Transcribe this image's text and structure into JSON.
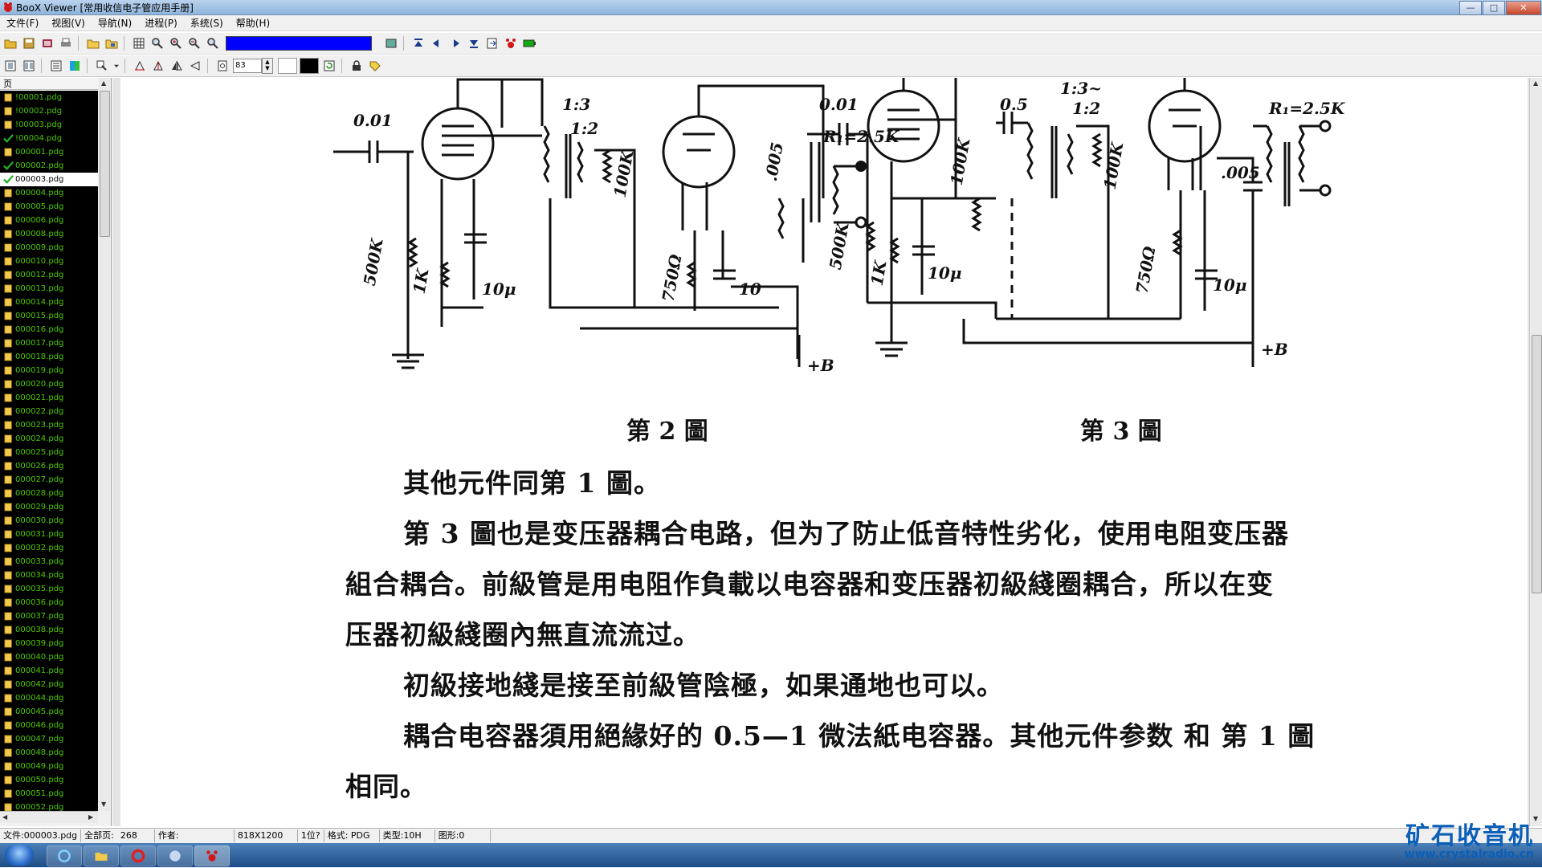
{
  "window": {
    "title": "BooX Viewer [常用收信电子管应用手册]",
    "controls": [
      "—",
      "□",
      "✕"
    ]
  },
  "menu": [
    "文件(F)",
    "视图(V)",
    "导航(N)",
    "进程(P)",
    "系统(S)",
    "帮助(H)"
  ],
  "toolbar": {
    "zoom_value": "83",
    "progress_color": "#0000ff"
  },
  "sidebar": {
    "header": "页",
    "files": [
      {
        "name": "!00001.pdg",
        "icon": "folder-icon"
      },
      {
        "name": "!00002.pdg",
        "icon": "folder-icon"
      },
      {
        "name": "!00003.pdg",
        "icon": "folder-icon"
      },
      {
        "name": "!00004.pdg",
        "icon": "check-icon"
      },
      {
        "name": "000001.pdg",
        "icon": "folder-icon"
      },
      {
        "name": "000002.pdg",
        "icon": "check-icon"
      },
      {
        "name": "000003.pdg",
        "icon": "check-icon",
        "selected": true
      },
      {
        "name": "000004.pdg",
        "icon": "folder-icon"
      },
      {
        "name": "000005.pdg",
        "icon": "folder-icon"
      },
      {
        "name": "000006.pdg",
        "icon": "folder-icon"
      },
      {
        "name": "000008.pdg",
        "icon": "folder-icon"
      },
      {
        "name": "000009.pdg",
        "icon": "folder-icon"
      },
      {
        "name": "000010.pdg",
        "icon": "folder-icon"
      },
      {
        "name": "000012.pdg",
        "icon": "folder-icon"
      },
      {
        "name": "000013.pdg",
        "icon": "folder-icon"
      },
      {
        "name": "000014.pdg",
        "icon": "folder-icon"
      },
      {
        "name": "000015.pdg",
        "icon": "folder-icon"
      },
      {
        "name": "000016.pdg",
        "icon": "folder-icon"
      },
      {
        "name": "000017.pdg",
        "icon": "folder-icon"
      },
      {
        "name": "000018.pdg",
        "icon": "folder-icon"
      },
      {
        "name": "000019.pdg",
        "icon": "folder-icon"
      },
      {
        "name": "000020.pdg",
        "icon": "folder-icon"
      },
      {
        "name": "000021.pdg",
        "icon": "folder-icon"
      },
      {
        "name": "000022.pdg",
        "icon": "folder-icon"
      },
      {
        "name": "000023.pdg",
        "icon": "folder-icon"
      },
      {
        "name": "000024.pdg",
        "icon": "folder-icon"
      },
      {
        "name": "000025.pdg",
        "icon": "folder-icon"
      },
      {
        "name": "000026.pdg",
        "icon": "folder-icon"
      },
      {
        "name": "000027.pdg",
        "icon": "folder-icon"
      },
      {
        "name": "000028.pdg",
        "icon": "folder-icon"
      },
      {
        "name": "000029.pdg",
        "icon": "folder-icon"
      },
      {
        "name": "000030.pdg",
        "icon": "folder-icon"
      },
      {
        "name": "000031.pdg",
        "icon": "folder-icon"
      },
      {
        "name": "000032.pdg",
        "icon": "folder-icon"
      },
      {
        "name": "000033.pdg",
        "icon": "folder-icon"
      },
      {
        "name": "000034.pdg",
        "icon": "folder-icon"
      },
      {
        "name": "000035.pdg",
        "icon": "folder-icon"
      },
      {
        "name": "000036.pdg",
        "icon": "folder-icon"
      },
      {
        "name": "000037.pdg",
        "icon": "folder-icon"
      },
      {
        "name": "000038.pdg",
        "icon": "folder-icon"
      },
      {
        "name": "000039.pdg",
        "icon": "folder-icon"
      },
      {
        "name": "000040.pdg",
        "icon": "folder-icon"
      },
      {
        "name": "000041.pdg",
        "icon": "folder-icon"
      },
      {
        "name": "000042.pdg",
        "icon": "folder-icon"
      },
      {
        "name": "000044.pdg",
        "icon": "folder-icon"
      },
      {
        "name": "000045.pdg",
        "icon": "folder-icon"
      },
      {
        "name": "000046.pdg",
        "icon": "folder-icon"
      },
      {
        "name": "000047.pdg",
        "icon": "folder-icon"
      },
      {
        "name": "000048.pdg",
        "icon": "folder-icon"
      },
      {
        "name": "000049.pdg",
        "icon": "folder-icon"
      },
      {
        "name": "000050.pdg",
        "icon": "folder-icon"
      },
      {
        "name": "000051.pdg",
        "icon": "folder-icon"
      },
      {
        "name": "000052.pdg",
        "icon": "folder-icon"
      }
    ]
  },
  "document": {
    "fig2": {
      "caption": "第 2 圖",
      "labels": {
        "c1": "0.01",
        "tr": "1:3",
        "tr2": "1:2",
        "rl": "R₁=2.5K",
        "c2": ".005",
        "r1": "500K",
        "r2": "1K",
        "c3": "10μ",
        "r3": "100K",
        "r4": "750Ω",
        "c4": "10",
        "bplus": "+B"
      }
    },
    "fig3": {
      "caption": "第 3 圖",
      "labels": {
        "c1": "0.01",
        "c2": "0.5",
        "tr": "1:3~",
        "tr2": "1:2",
        "rl": "R₁=2.5K",
        "r1": "500K",
        "r2": "1K",
        "c3": "10μ",
        "r3": "100K",
        "r4": "100K",
        "r5": "750Ω",
        "c4": ".005",
        "c5": "10μ",
        "bplus": "+B"
      }
    },
    "paragraphs": [
      "其他元件同第 1 圖。",
      "第 3 圖也是变压器耦合电路，但为了防止低音特性劣化，使用电阻变压器",
      "組合耦合。前級管是用电阻作負載以电容器和变压器初級綫圈耦合，所以在变",
      "压器初級綫圈內無直流流过。",
      "初級接地綫是接至前級管陰極，如果通地也可以。",
      "耦合电容器須用絕緣好的 0.5—1 微法紙电容器。其他元件参数 和 第 1 圖",
      "相同。"
    ]
  },
  "status": {
    "file": "文件:000003.pdg",
    "total_label": "全部页:",
    "total": "268",
    "author": "作者:",
    "size": "818X1200",
    "position": "1位?",
    "format": "格式: PDG",
    "type": "类型:10H",
    "shapes": "图形:0"
  },
  "watermark": {
    "name": "矿石收音机",
    "url": "www.crystalradio.cn"
  }
}
